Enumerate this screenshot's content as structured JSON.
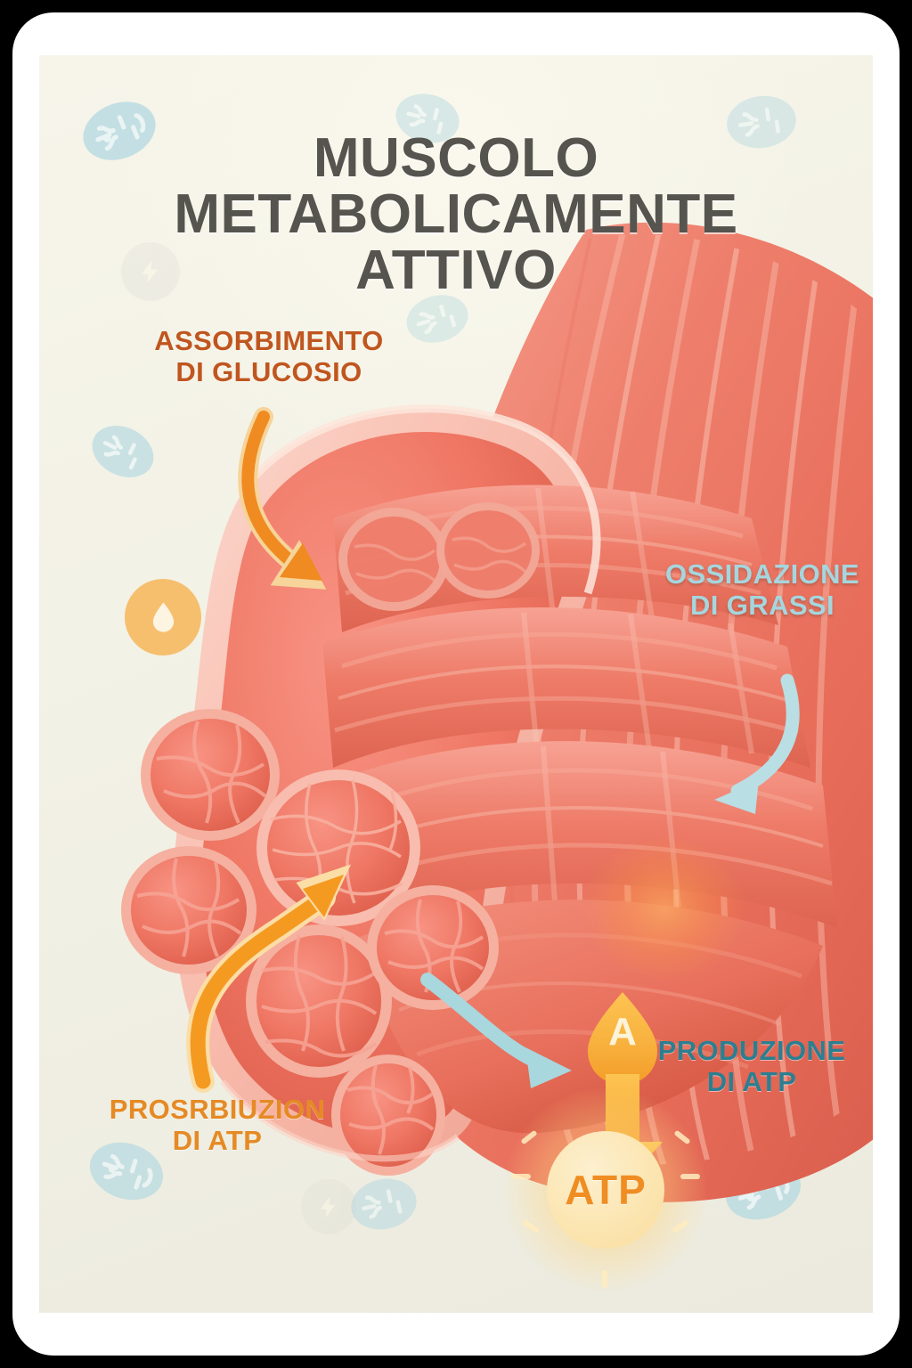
{
  "poster": {
    "title_lines": [
      "MUSCOLO",
      "METABOLICAMENTE",
      "ATTIVO"
    ],
    "background_color": "#f3f2e7",
    "card_color": "#ffffff",
    "outer_color": "#000000",
    "title_color": "#55544f",
    "subject": "sezione trasversale di muscolo scheletrico con fascicoli e fibre"
  },
  "labels": {
    "glucose": {
      "lines": [
        "ASSORBIMENTO",
        "DI GLUCOSIO"
      ],
      "color": "#c0561f",
      "position": "alto-sinistra"
    },
    "fat": {
      "lines": [
        "OSSIDAZIONE",
        "DI GRASSI"
      ],
      "color": "#a5d6de",
      "position": "destra-centro"
    },
    "atp_production": {
      "lines": [
        "PRODUZIONE",
        "DI ATP"
      ],
      "color": "#2b7f91",
      "position": "basso-destra"
    },
    "atp_distribution": {
      "lines": [
        "PROSRBIUZION",
        "DI ATP"
      ],
      "color": "#e58a24",
      "position": "basso-sinistra"
    }
  },
  "atp_badge": {
    "text": "ATP",
    "letter": "A",
    "text_color": "#ef8d22",
    "glow_color": "#ffcc66"
  },
  "arrows": [
    {
      "name": "glucose-uptake-arrow",
      "color": "#ef8b20",
      "direction": "giù-destra",
      "target": "fascio muscolare"
    },
    {
      "name": "atp-distribution-arrow",
      "color": "#f59a21",
      "direction": "su-destra",
      "target": "fibra muscolare"
    },
    {
      "name": "fat-oxidation-arrow",
      "color": "#b9dee3",
      "direction": "giù-sinistra",
      "target": "ventre muscolare"
    },
    {
      "name": "atp-production-arrow",
      "color": "#a8d7dd",
      "direction": "giù-destra",
      "target": "sito ATP"
    },
    {
      "name": "atp-output-arrow",
      "color": "#f5a623",
      "direction": "giù",
      "target": "ATP"
    }
  ],
  "decorations": {
    "mitochondrion_color": "#bcdce2",
    "flame_color": "#f2a93b",
    "droplet_white": "#fdf3e0",
    "droplet_blue": "#49a8bd",
    "bolt_color": "#f9c445",
    "items": [
      {
        "icon": "mitochondrion-icon",
        "note": "alto-sinistra"
      },
      {
        "icon": "mitochondrion-icon",
        "note": "alto-centro"
      },
      {
        "icon": "mitochondrion-icon",
        "note": "alto-destra"
      },
      {
        "icon": "mitochondrion-icon",
        "note": "sinistra"
      },
      {
        "icon": "mitochondrion-icon",
        "note": "sopra-muscolo"
      },
      {
        "icon": "mitochondrion-icon",
        "note": "destra-alto"
      },
      {
        "icon": "mitochondrion-icon",
        "note": "basso-sinistra"
      },
      {
        "icon": "mitochondrion-icon",
        "note": "basso-centro"
      },
      {
        "icon": "mitochondrion-icon",
        "note": "basso-destra"
      },
      {
        "icon": "bolt-icon",
        "note": "alto-sinistra tenue"
      },
      {
        "icon": "bolt-icon",
        "note": "alto-destra tenue"
      },
      {
        "icon": "bolt-icon",
        "note": "basso-centro tenue"
      },
      {
        "icon": "flame-icon",
        "note": "cerchio giallo alto-centro"
      },
      {
        "icon": "droplet-icon",
        "note": "cerchio arancio sinistra"
      },
      {
        "icon": "droplet-icon",
        "note": "cerchio azzurro destra"
      },
      {
        "icon": "bolt-icon",
        "note": "bagliore su muscolo"
      }
    ]
  },
  "muscle": {
    "fiber_color": "#ed7060",
    "fiber_light": "#f48a78",
    "sheath_color": "#f6b2a6",
    "cut_face_color": "#f07a68"
  }
}
